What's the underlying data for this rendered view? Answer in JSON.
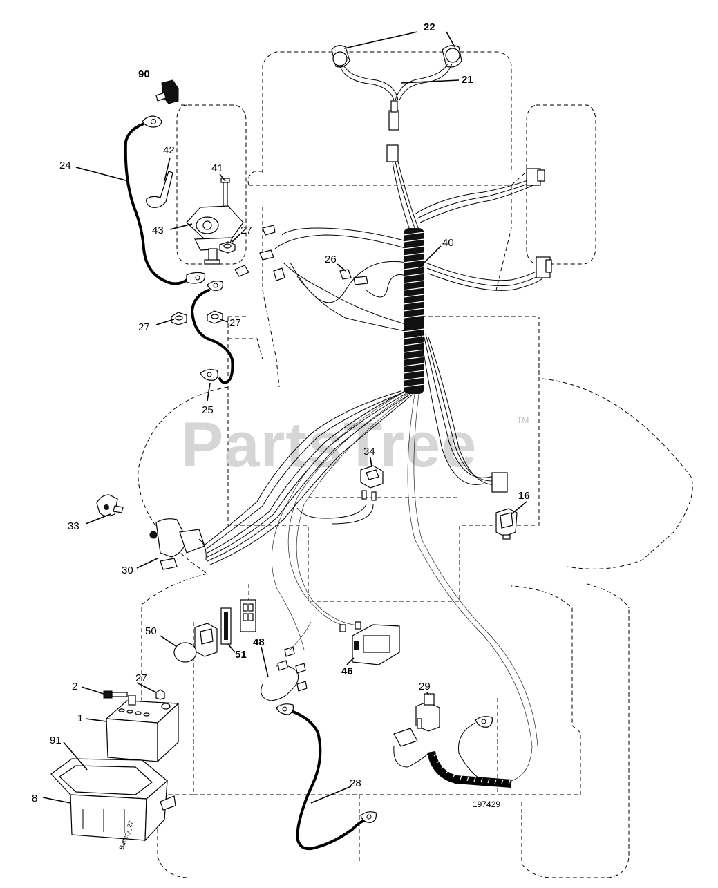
{
  "watermark": {
    "text": "PartsTree",
    "tm": "TM"
  },
  "drawing_number": "197429",
  "battery_tag": "Battery_27",
  "callouts": {
    "c90": "90",
    "c22": "22",
    "c21": "21",
    "c24": "24",
    "c42": "42",
    "c41": "41",
    "c43": "43",
    "c27a": "27",
    "c40": "40",
    "c26": "26",
    "c27b": "27",
    "c27c": "27",
    "c25": "25",
    "c34": "34",
    "c16": "16",
    "c33": "33",
    "c30": "30",
    "c50": "50",
    "c51": "51",
    "c48": "48",
    "c46": "46",
    "c2": "2",
    "c27d": "27",
    "c1": "1",
    "c91": "91",
    "c29": "29",
    "c8": "8",
    "c28": "28"
  }
}
